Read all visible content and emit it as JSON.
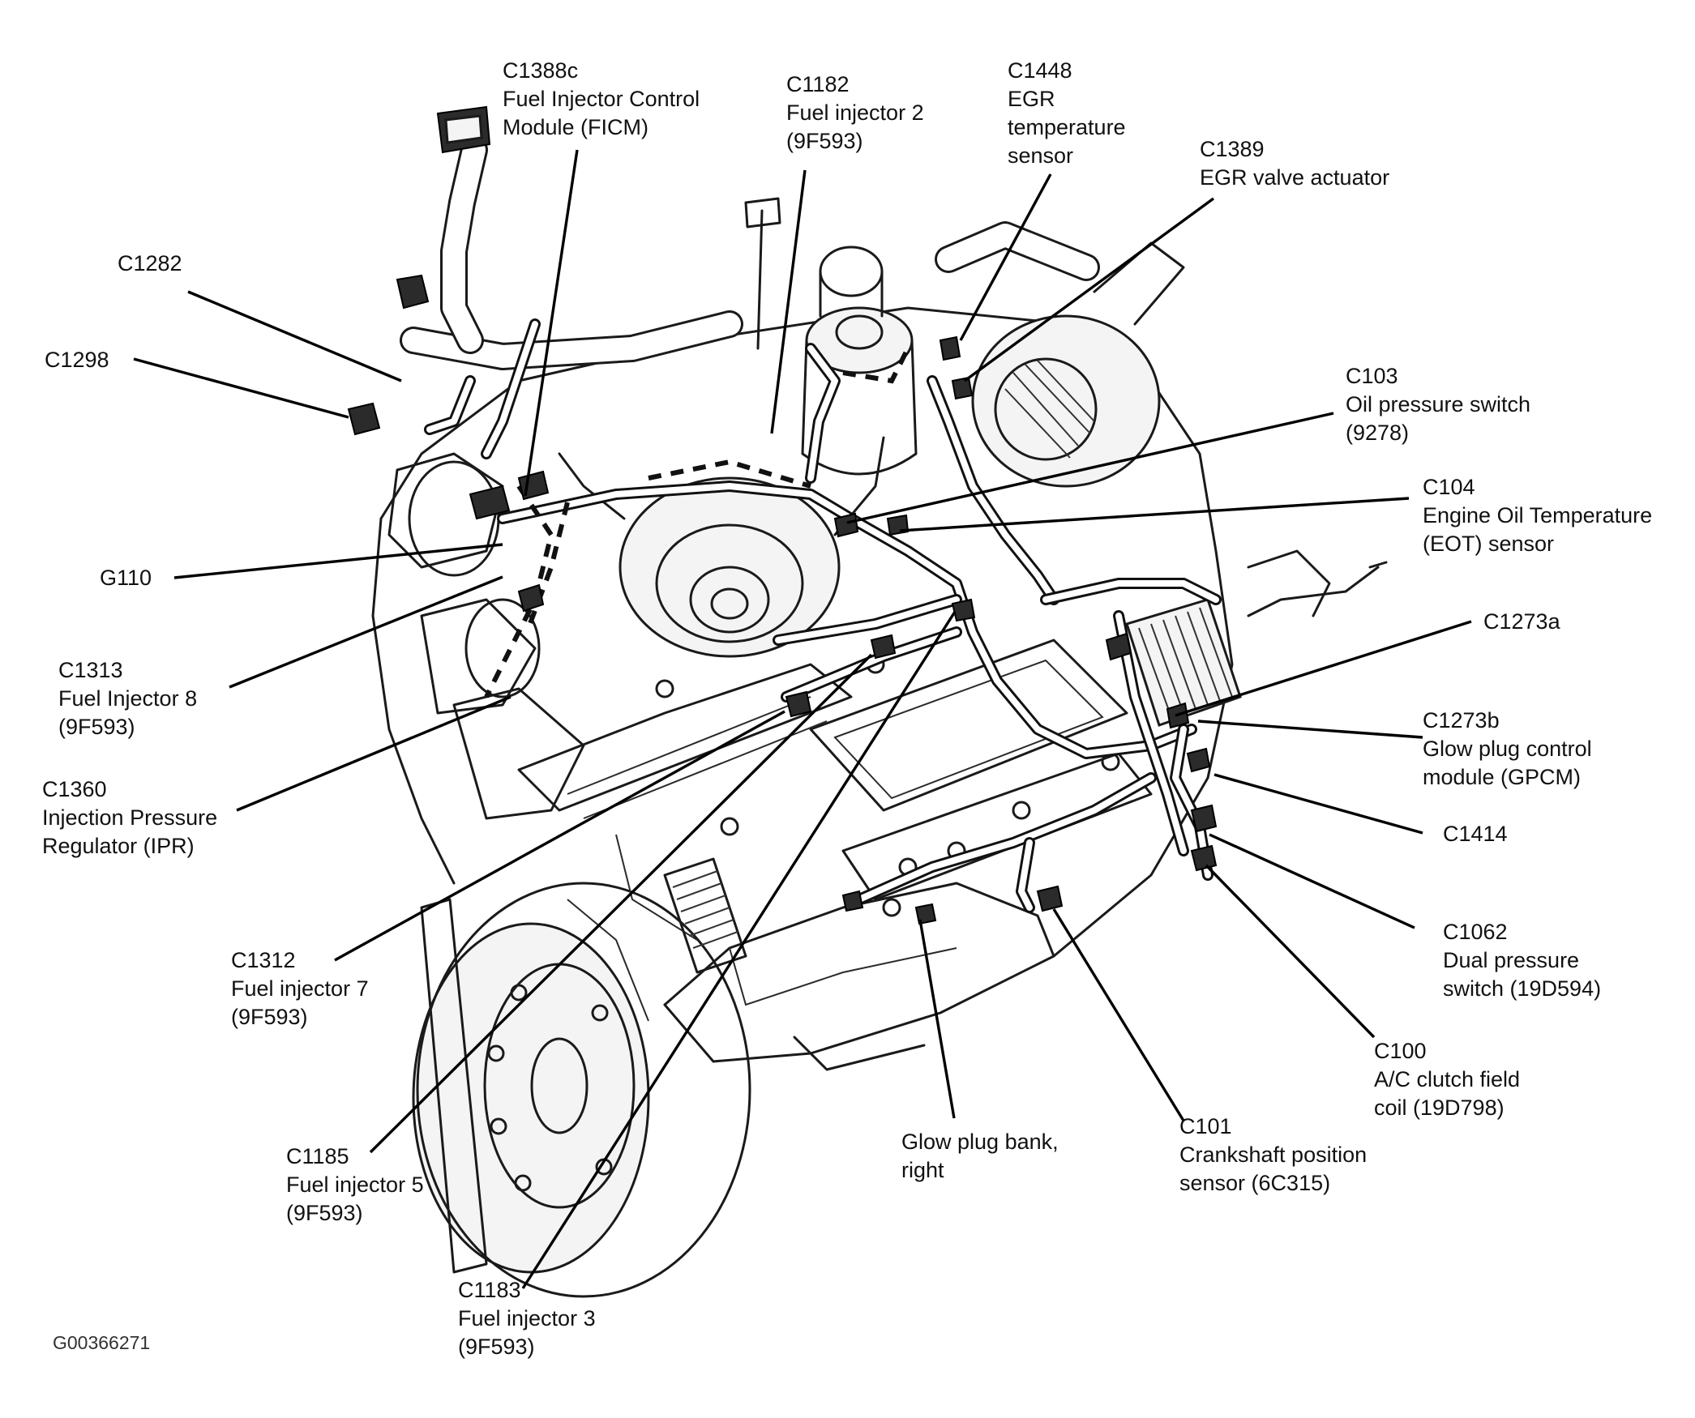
{
  "figure_id": "G00366271",
  "colors": {
    "line": "#111111",
    "background": "#ffffff"
  },
  "callouts": [
    {
      "id": "c1388c",
      "lines": [
        "C1388c",
        "Fuel Injector Control",
        "Module (FICM)"
      ]
    },
    {
      "id": "c1182",
      "lines": [
        "C1182",
        "Fuel injector 2",
        "(9F593)"
      ]
    },
    {
      "id": "c1448",
      "lines": [
        "C1448",
        "EGR",
        "temperature",
        "sensor"
      ]
    },
    {
      "id": "c1389",
      "lines": [
        "C1389",
        "EGR valve actuator"
      ]
    },
    {
      "id": "c1282",
      "lines": [
        "C1282"
      ]
    },
    {
      "id": "c1298",
      "lines": [
        "C1298"
      ]
    },
    {
      "id": "c103",
      "lines": [
        "C103",
        "Oil pressure switch",
        "(9278)"
      ]
    },
    {
      "id": "c104",
      "lines": [
        "C104",
        "Engine Oil Temperature",
        "(EOT) sensor"
      ]
    },
    {
      "id": "g110",
      "lines": [
        "G110"
      ]
    },
    {
      "id": "c1273a",
      "lines": [
        "C1273a"
      ]
    },
    {
      "id": "c1313",
      "lines": [
        "C1313",
        "Fuel Injector 8",
        "(9F593)"
      ]
    },
    {
      "id": "c1273b",
      "lines": [
        "C1273b",
        "Glow plug control",
        "module (GPCM)"
      ]
    },
    {
      "id": "c1360",
      "lines": [
        "C1360",
        "Injection Pressure",
        "Regulator (IPR)"
      ]
    },
    {
      "id": "c1414",
      "lines": [
        "C1414"
      ]
    },
    {
      "id": "c1062",
      "lines": [
        "C1062",
        "Dual pressure",
        "switch (19D594)"
      ]
    },
    {
      "id": "c1312",
      "lines": [
        "C1312",
        "Fuel injector 7",
        "(9F593)"
      ]
    },
    {
      "id": "c100",
      "lines": [
        "C100",
        "A/C clutch field",
        "coil (19D798)"
      ]
    },
    {
      "id": "c1185",
      "lines": [
        "C1185",
        "Fuel injector 5",
        "(9F593)"
      ]
    },
    {
      "id": "glowbank",
      "lines": [
        "Glow plug bank,",
        "right"
      ]
    },
    {
      "id": "c101",
      "lines": [
        "C101",
        "Crankshaft position",
        "sensor (6C315)"
      ]
    },
    {
      "id": "c1183",
      "lines": [
        "C1183",
        "Fuel injector 3",
        "(9F593)"
      ]
    }
  ]
}
